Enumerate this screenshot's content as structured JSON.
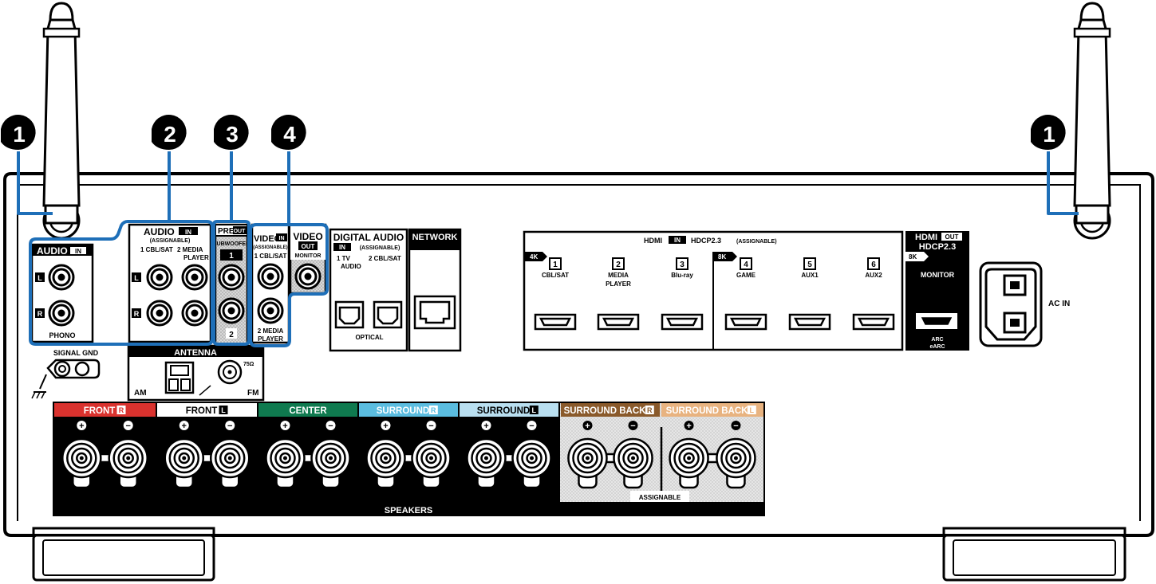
{
  "callouts": [
    "1",
    "2",
    "3",
    "4",
    "1"
  ],
  "audio_in_phono": {
    "title": "AUDIO",
    "in_badge": "IN",
    "L": "L",
    "R": "R",
    "caption": "PHONO"
  },
  "audio_in_assignable": {
    "title": "AUDIO",
    "in_badge": "IN",
    "sub": "(ASSIGNABLE)",
    "col1": "1 CBL/SAT",
    "col2": "2  MEDIA",
    "col2b": "PLAYER",
    "L": "L",
    "R": "R"
  },
  "pre_out": {
    "title": "PRE",
    "out_badge": "OUT",
    "sub": "SUBWOOFER",
    "n1": "1",
    "n2": "2"
  },
  "video_in": {
    "title": "VIDEO",
    "in_badge": "IN",
    "sub": "(ASSIGNABLE)",
    "top": "1 CBL/SAT",
    "bot1": "2 MEDIA",
    "bot2": "PLAYER"
  },
  "video_out": {
    "title": "VIDEO",
    "out_badge": "OUT",
    "sub": "MONITOR"
  },
  "digital_audio": {
    "title": "DIGITAL AUDIO",
    "in_badge": "IN",
    "sub": "(ASSIGNABLE)",
    "p1a": "1   TV",
    "p1b": "AUDIO",
    "p2": "2 CBL/SAT",
    "caption": "OPTICAL"
  },
  "network": {
    "title": "NETWORK"
  },
  "hdmi_in": {
    "title": "HDMI",
    "in_badge": "IN",
    "hdcp": "HDCP2.3",
    "sub": "(ASSIGNABLE)",
    "badge_4k": "4K",
    "badge_8k": "8K",
    "ports": [
      {
        "num": "1",
        "l1": "CBL/SAT",
        "l2": ""
      },
      {
        "num": "2",
        "l1": "MEDIA",
        "l2": "PLAYER"
      },
      {
        "num": "3",
        "l1": "Blu-ray",
        "l2": ""
      },
      {
        "num": "4",
        "l1": "GAME",
        "l2": ""
      },
      {
        "num": "5",
        "l1": "AUX1",
        "l2": ""
      },
      {
        "num": "6",
        "l1": "AUX2",
        "l2": ""
      }
    ]
  },
  "hdmi_out": {
    "title": "HDMI",
    "out_badge": "OUT",
    "hdcp": "HDCP2.3",
    "badge_8k": "8K",
    "label": "MONITOR",
    "arc": "ARC",
    "earc": "eARC"
  },
  "ac_in": {
    "label": "AC IN"
  },
  "signal_gnd": {
    "label": "SIGNAL GND"
  },
  "antenna": {
    "title": "ANTENNA",
    "am": "AM",
    "fm": "FM",
    "ohm": "75Ω"
  },
  "speakers": {
    "caption": "SPEAKERS",
    "assignable": "ASSIGNABLE",
    "plus": "+",
    "minus": "−",
    "groups": [
      {
        "label": "FRONT",
        "side": "R",
        "color": "#d9322e"
      },
      {
        "label": "FRONT",
        "side": "L",
        "color": "#ffffff"
      },
      {
        "label": "CENTER",
        "side": "",
        "color": "#0f7a4f"
      },
      {
        "label": "SURROUND",
        "side": "R",
        "color": "#5bbde0"
      },
      {
        "label": "SURROUND",
        "side": "L",
        "color": "#b9dff0"
      },
      {
        "label": "SURROUND BACK",
        "side": "R",
        "color": "#8a5a2b"
      },
      {
        "label": "SURROUND BACK",
        "side": "L",
        "color": "#e8b380"
      }
    ]
  },
  "colors": {
    "callout_blue": "#1e6fb8",
    "panel_black": "#000000"
  }
}
